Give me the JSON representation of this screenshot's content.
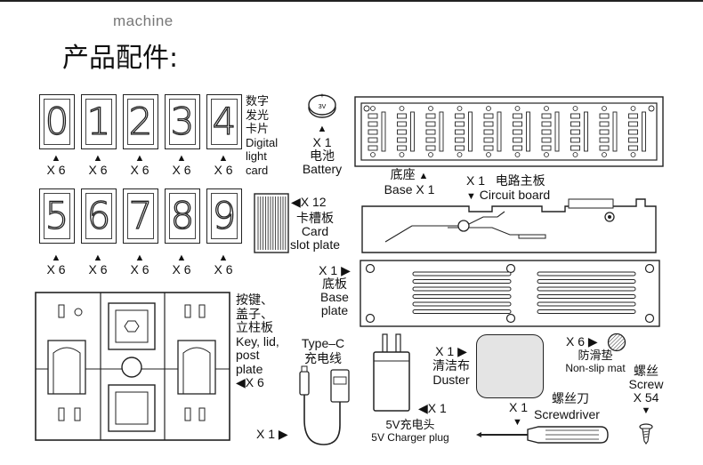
{
  "header": {
    "section_label": "machine",
    "title": "产品配件:"
  },
  "digit_cards": {
    "row1": [
      "0",
      "1",
      "2",
      "3",
      "4"
    ],
    "row2": [
      "5",
      "6",
      "7",
      "8",
      "9"
    ],
    "qty": "X 6",
    "arrow": "▲",
    "label": [
      "数字",
      "发光",
      "卡片",
      "Digital",
      "light",
      "card"
    ]
  },
  "battery": {
    "cell_label": "3V",
    "qty": "X 1",
    "cn": "电池",
    "en": "Battery",
    "arrow": "▲"
  },
  "card_slot": {
    "qty": "X 12",
    "arrow": "◀",
    "cn": "卡槽板",
    "en1": "Card",
    "en2": "slot plate"
  },
  "base": {
    "cn": "底座",
    "en": "Base",
    "qty": "X 1",
    "arrow": "▲"
  },
  "circuit_board": {
    "qty": "X 1",
    "cn": "电路主板",
    "en": "Circuit board",
    "arrow": "▼"
  },
  "base_plate": {
    "qty": "X 1",
    "arrow": "▶",
    "cn": "底板",
    "en1": "Base",
    "en2": "plate"
  },
  "key_lid": {
    "lines": [
      "按键、",
      "盖子、",
      "立柱板",
      "Key, lid,",
      "post",
      "plate"
    ],
    "qty": "X 6",
    "arrow": "◀"
  },
  "sprue": {
    "qty": "X 1",
    "arrow": "▶"
  },
  "usb_cable": {
    "line1": "Type–C",
    "line2": "充电线"
  },
  "charger": {
    "qty": "X 1",
    "arrow": "◀",
    "cn": "5V充电头",
    "en": "5V Charger plug"
  },
  "duster": {
    "qty": "X 1",
    "arrow": "▶",
    "cn": "清洁布",
    "en": "Duster"
  },
  "non_slip": {
    "qty": "X 6",
    "arrow": "▶",
    "cn": "防滑垫",
    "en": "Non-slip mat"
  },
  "screwdriver": {
    "qty": "X 1",
    "arrow": "▼",
    "cn": "螺丝刀",
    "en": "Screwdriver"
  },
  "screw": {
    "cn": "螺丝",
    "en": "Screw",
    "qty": "X 54",
    "arrow": "▼"
  }
}
